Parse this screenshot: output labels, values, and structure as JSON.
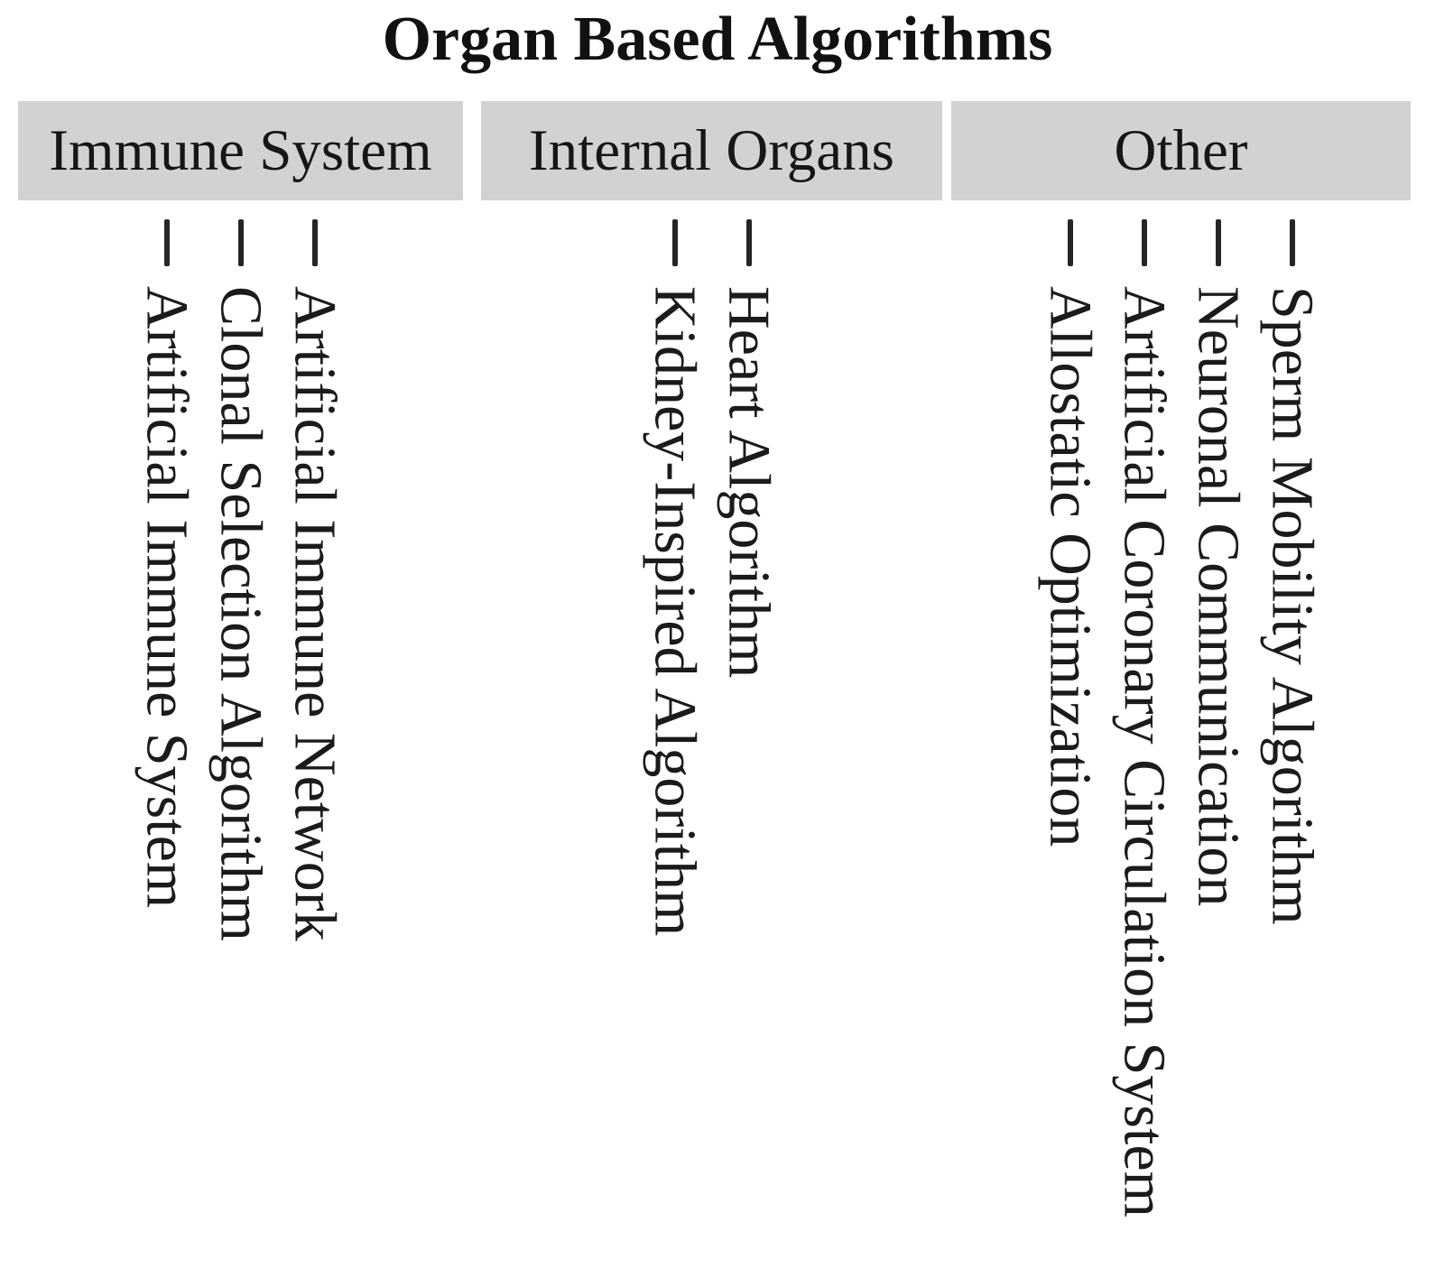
{
  "title": "Organ Based Algorithms",
  "colors": {
    "box_background": "#d2d2d2",
    "text": "#1b1b1b",
    "background": "#ffffff"
  },
  "groups": [
    {
      "label": "Immune System",
      "items": [
        "Artificial Immune System",
        "Clonal Selection Algorithm",
        "Artificial Immune Network"
      ]
    },
    {
      "label": "Internal Organs",
      "items": [
        "Kidney-Inspired Algorithm",
        "Heart Algorithm"
      ]
    },
    {
      "label": "Other",
      "items": [
        "Allostatic Optimization",
        "Artificial Coronary Circulation System",
        "Neuronal Communication",
        "Sperm Mobility Algorithm"
      ]
    }
  ]
}
